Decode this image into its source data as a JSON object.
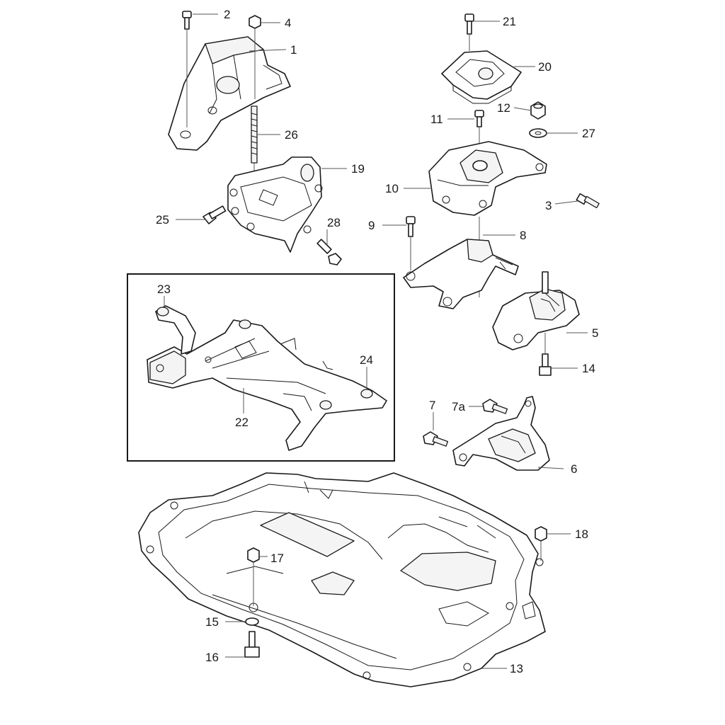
{
  "diagram": {
    "callouts": [
      {
        "id": "c2",
        "label": "2"
      },
      {
        "id": "c4",
        "label": "4"
      },
      {
        "id": "c1",
        "label": "1"
      },
      {
        "id": "c26",
        "label": "26"
      },
      {
        "id": "c19",
        "label": "19"
      },
      {
        "id": "c25",
        "label": "25"
      },
      {
        "id": "c28",
        "label": "28"
      },
      {
        "id": "c21",
        "label": "21"
      },
      {
        "id": "c20",
        "label": "20"
      },
      {
        "id": "c12",
        "label": "12"
      },
      {
        "id": "c11",
        "label": "11"
      },
      {
        "id": "c27",
        "label": "27"
      },
      {
        "id": "c10",
        "label": "10"
      },
      {
        "id": "c3",
        "label": "3"
      },
      {
        "id": "c9",
        "label": "9"
      },
      {
        "id": "c8",
        "label": "8"
      },
      {
        "id": "c23",
        "label": "23"
      },
      {
        "id": "c24",
        "label": "24"
      },
      {
        "id": "c22",
        "label": "22"
      },
      {
        "id": "c5",
        "label": "5"
      },
      {
        "id": "c14",
        "label": "14"
      },
      {
        "id": "c7",
        "label": "7"
      },
      {
        "id": "c7a",
        "label": "7a"
      },
      {
        "id": "c6",
        "label": "6"
      },
      {
        "id": "c18",
        "label": "18"
      },
      {
        "id": "c17",
        "label": "17"
      },
      {
        "id": "c15",
        "label": "15"
      },
      {
        "id": "c16",
        "label": "16"
      },
      {
        "id": "c13",
        "label": "13"
      }
    ]
  }
}
